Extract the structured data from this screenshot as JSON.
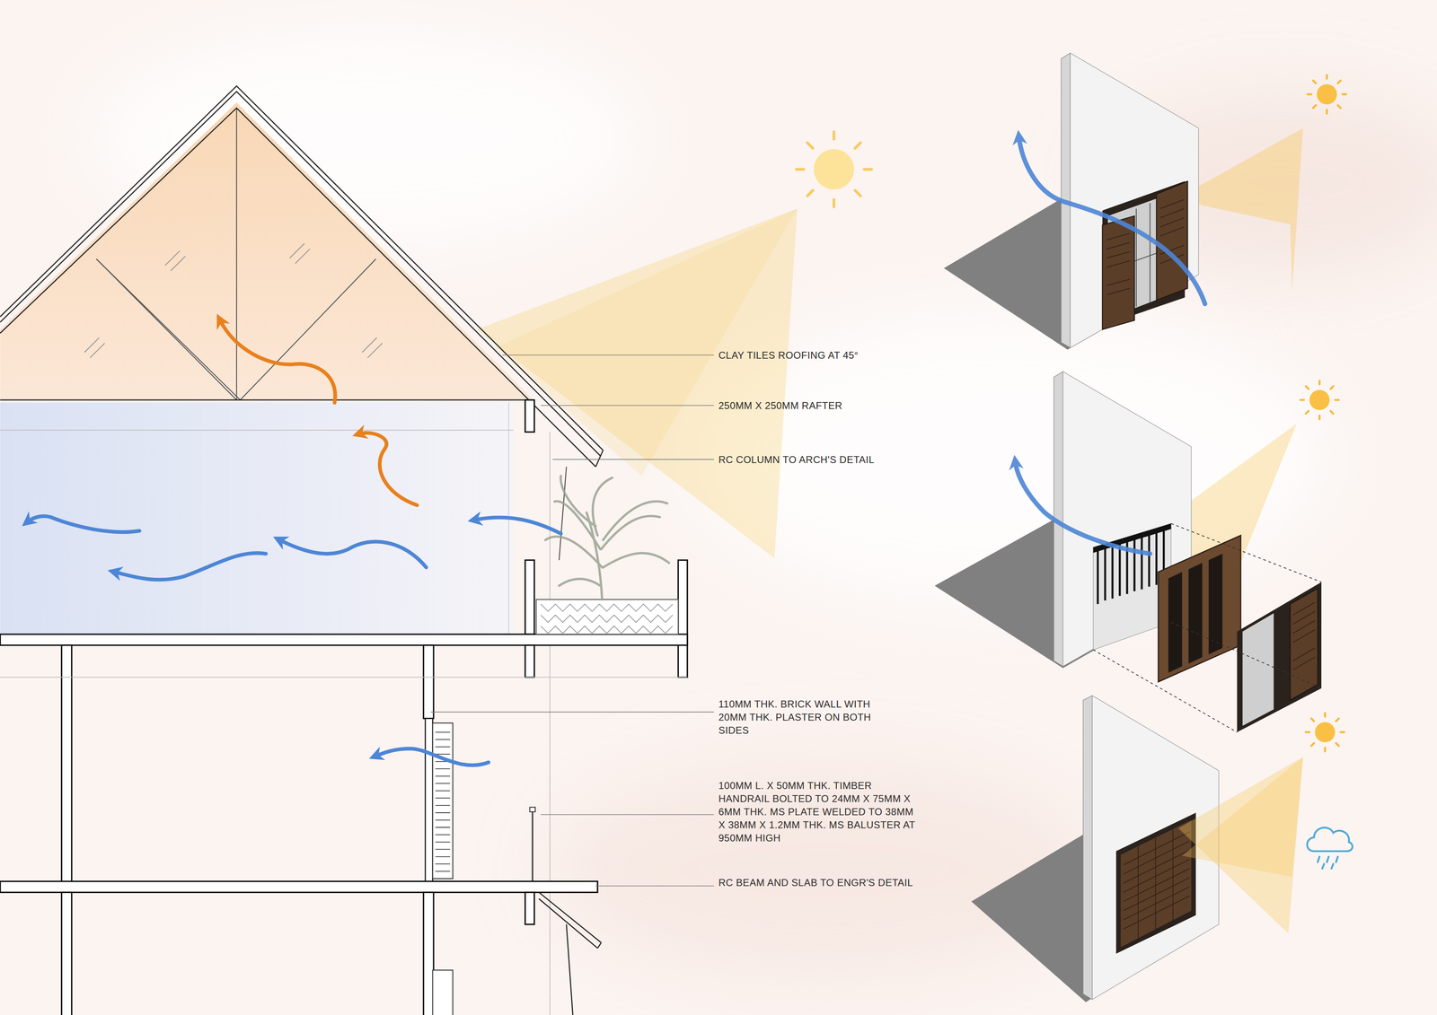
{
  "diagram": {
    "labels": [
      "CLAY TILES ROOFING AT 45°",
      "250MM X 250MM RAFTER",
      "RC COLUMN TO ARCH'S DETAIL",
      "110MM THK. BRICK WALL WITH 20MM THK. PLASTER ON BOTH SIDES",
      "100MM L. X 50MM THK. TIMBER HANDRAIL BOLTED TO 24MM X 75MM X 6MM THK. MS PLATE WELDED TO 38MM X 38MM X 1.2MM THK. MS BALUSTER AT 950MM HIGH",
      "RC BEAM AND SLAB TO ENGR'S DETAIL"
    ]
  }
}
